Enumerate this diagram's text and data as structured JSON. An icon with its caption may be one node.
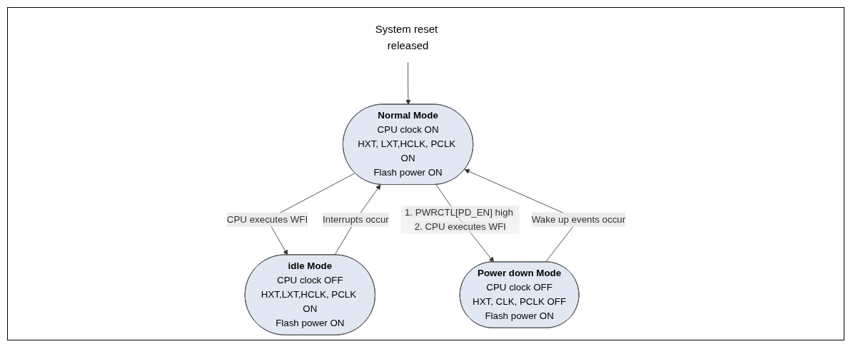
{
  "diagram": {
    "nodes": [
      {
        "text": [
          "System reset released"
        ]
      },
      {
        "text": [
          "Normal Mode",
          "CPU clock ON",
          "HXT, LXT,HCLK, PCLK ON",
          "Flash power ON"
        ]
      },
      {
        "text": [
          "idle Mode",
          "CPU clock OFF",
          "HXT,LXT,HCLK, PCLK ON",
          "Flash power ON"
        ]
      },
      {
        "text": [
          "Power down Mode",
          "CPU clock OFF",
          "HXT, CLK, PCLK OFF",
          "Flash power ON"
        ]
      }
    ],
    "edges": [
      {
        "from": 0,
        "to": 1,
        "arrow": "to"
      },
      {
        "from": 1,
        "to": 2,
        "arrow": "to",
        "label": "CPU executes WFI"
      },
      {
        "from": 2,
        "to": 1,
        "arrow": "to",
        "label": "Interrupts occur"
      },
      {
        "from": 1,
        "to": 3,
        "arrow": "to",
        "label": "1. PWRCTL[PD_EN] high 2. CPU executes WFI"
      },
      {
        "from": 3,
        "to": 1,
        "arrow": "to",
        "label": "Wake up events occur"
      }
    ]
  }
}
